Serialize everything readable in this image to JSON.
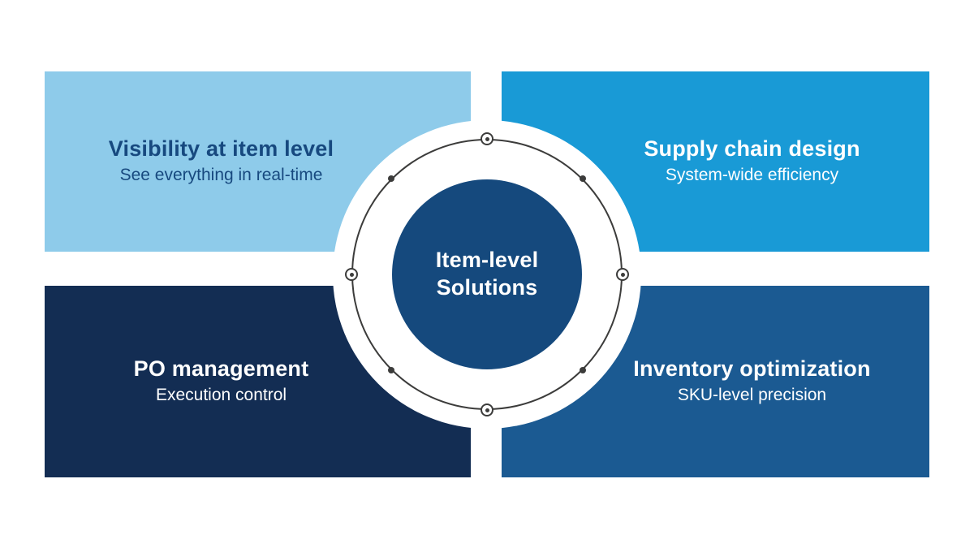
{
  "colors": {
    "bg": "#ffffff",
    "quad-top-left": "#8ECBEA",
    "quad-top-right": "#199AD6",
    "quad-bottom-left": "#132D53",
    "quad-bottom-right": "#1B5A92",
    "center-circle": "#15497D",
    "title-navy": "#17497F",
    "ring": "#3C3C3B",
    "text-light": "#ffffff"
  },
  "quadrants": {
    "top_left": {
      "title": "Visibility at item level",
      "subtitle": "See everything in real-time"
    },
    "top_right": {
      "title": "Supply chain design",
      "subtitle": "System-wide efficiency"
    },
    "bottom_left": {
      "title": "PO management",
      "subtitle": "Execution control"
    },
    "bottom_right": {
      "title": "Inventory optimization",
      "subtitle": "SKU-level precision"
    }
  },
  "center": {
    "line1": "Item-level",
    "line2": "Solutions"
  }
}
